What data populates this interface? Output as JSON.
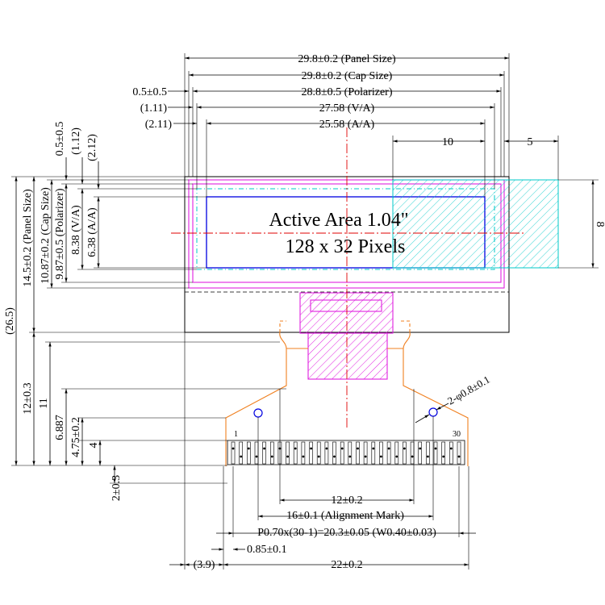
{
  "dimensions": {
    "panel_w": "29.8±0.2 (Panel Size)",
    "cap_w": "29.8±0.2 (Cap Size)",
    "polar_w": "28.8±0.5 (Polarizer)",
    "left_0_5": "0.5±0.5",
    "left_1_11": "(1.11)",
    "va_w": "27.58 (V/A)",
    "left_2_11": "(2.11)",
    "aa_w": "25.58 (A/A)",
    "ten": "10",
    "five": "5",
    "eight": "8",
    "v_0_5": "0.5±0.5",
    "v_1_12": "(1.12)",
    "v_2_12": "(2.12)",
    "panel_h": "14.5±0.2 (Panel Size)",
    "cap_h": "10.87±0.2 (Cap Size)",
    "polar_h": "9.87±0.5 (Polarizer)",
    "va_h": "8.38 (V/A)",
    "aa_h": "6.38 (A/A)",
    "total_h": "(26.5)",
    "fpc_12": "12±0.3",
    "fpc_11": "11",
    "fpc_6887": "6.887",
    "fpc_475": "4.75±0.2",
    "fpc_4": "4",
    "fpc_2": "2±0.3",
    "hole": "2-φ0.8±0.1",
    "pin_1": "1",
    "pin_30": "30",
    "w_12": "12±0.2",
    "w_16": "16±0.1 (Alignment Mark)",
    "pitch": "P0.70x(30-1)=20.3±0.05 (W0.40±0.03)",
    "w_085": "0.85±0.1",
    "w_39": "(3.9)",
    "w_22": "22±0.2"
  },
  "active_area": {
    "line1": "Active Area 1.04\"",
    "line2": "128 x 32 Pixels"
  },
  "colors": {
    "outline": "#000000",
    "polarizer": "#e020e0",
    "viewing_area": "#00c8c8",
    "active_area": "#0000e0",
    "center_line": "#e00000",
    "fpc": "#f08020"
  },
  "fpc": {
    "pin_count": 30
  }
}
